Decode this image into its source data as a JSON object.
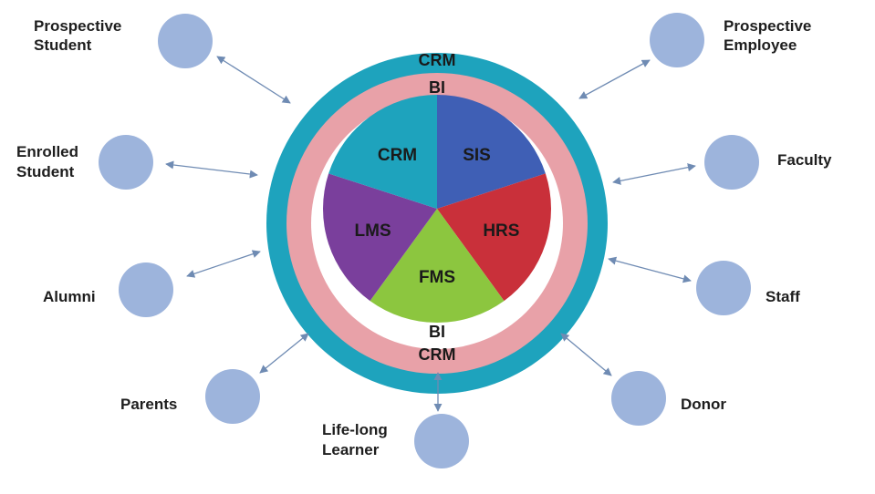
{
  "colors": {
    "outer_ring": "#1ea3bd",
    "inner_ring": "#e8a1a8",
    "circle_fill": "#9db4dc",
    "arrow": "#6f8bb3"
  },
  "rings": {
    "outer_top": "CRM",
    "outer_bottom": "CRM",
    "inner_top": "BI",
    "inner_bottom": "BI"
  },
  "sectors": [
    {
      "label": "SIS",
      "color": "#3f5fb5"
    },
    {
      "label": "HRS",
      "color": "#c9303a"
    },
    {
      "label": "FMS",
      "color": "#8cc63f"
    },
    {
      "label": "LMS",
      "color": "#7a3f9c"
    },
    {
      "label": "CRM",
      "color": "#1ea3bd"
    }
  ],
  "stakeholders": [
    {
      "key": "prospective-student",
      "lines": [
        "Prospective",
        "Student"
      ]
    },
    {
      "key": "enrolled-student",
      "lines": [
        "Enrolled",
        "Student"
      ]
    },
    {
      "key": "alumni",
      "lines": [
        "Alumni"
      ]
    },
    {
      "key": "parents",
      "lines": [
        "Parents"
      ]
    },
    {
      "key": "life-long-learner",
      "lines": [
        "Life-long",
        "Learner"
      ]
    },
    {
      "key": "donor",
      "lines": [
        "Donor"
      ]
    },
    {
      "key": "staff",
      "lines": [
        "Staff"
      ]
    },
    {
      "key": "faculty",
      "lines": [
        "Faculty"
      ]
    },
    {
      "key": "prospective-employee",
      "lines": [
        "Prospective",
        "Employee"
      ]
    }
  ]
}
